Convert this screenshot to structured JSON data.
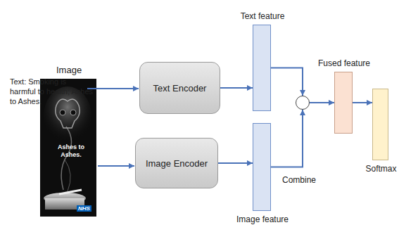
{
  "diagram": {
    "nodes": [
      {
        "text": [
          "Text Encoder"
        ]
      },
      {
        "text": [
          "Image Encoder"
        ]
      },
      {
        "text": [
          "Text feature"
        ]
      },
      {
        "text": [
          "Image feature"
        ]
      },
      {
        "text": [
          "Combine"
        ]
      },
      {
        "text": [
          "Fused feature"
        ]
      },
      {
        "text": [
          "Softmax"
        ]
      }
    ],
    "edges": [
      {
        "from": 0,
        "to": 2,
        "arrow": "to"
      },
      {
        "from": 1,
        "to": 3,
        "arrow": "to"
      },
      {
        "from": 2,
        "to": 4,
        "arrow": "to"
      },
      {
        "from": 3,
        "to": 4,
        "arrow": "to"
      },
      {
        "from": 4,
        "to": 5,
        "arrow": "to"
      },
      {
        "from": 5,
        "to": 6,
        "arrow": "to"
      }
    ],
    "labels": [
      "Text: Smoking is harmful to health; Ashes to Ashes.",
      "Image",
      "Ashes to Ashes.",
      "NHS"
    ]
  }
}
